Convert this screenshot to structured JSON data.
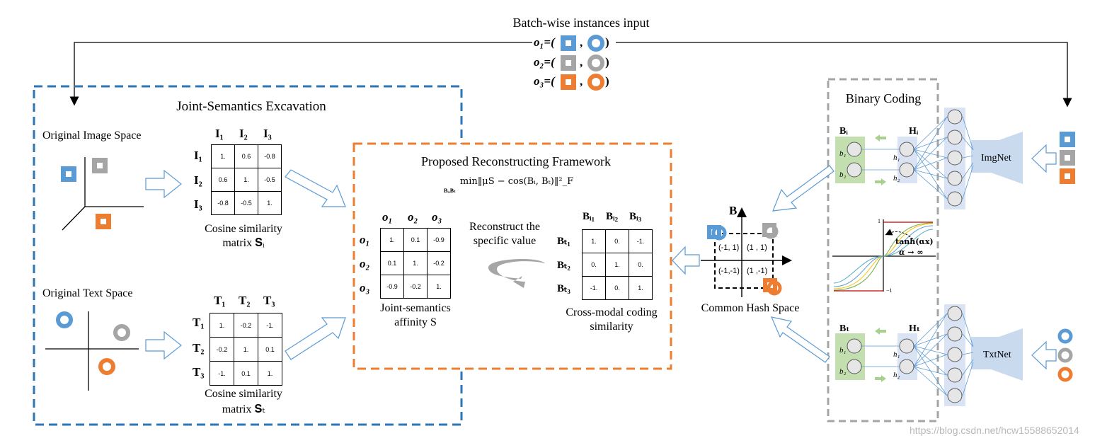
{
  "top": {
    "title": "Batch-wise instances input",
    "o1": "o₁=(",
    "o2": "o₂=(",
    "o3": "o₃=(",
    "close": ")",
    "comma": ","
  },
  "left_panel": {
    "title": "Joint-Semantics Excavation",
    "image_space": "Original Image Space",
    "text_space": "Original Text Space",
    "SI": {
      "col_headers": [
        "I₁",
        "I₂",
        "I₃"
      ],
      "row_headers": [
        "I₁",
        "I₂",
        "I₃"
      ],
      "cells": [
        [
          "1.",
          "0.6",
          "-0.8"
        ],
        [
          "0.6",
          "1.",
          "-0.5"
        ],
        [
          "-0.8",
          "-0.5",
          "1."
        ]
      ],
      "caption1": "Cosine similarity",
      "caption2": "matrix 𝐒ᵢ"
    },
    "ST": {
      "col_headers": [
        "T₁",
        "T₂",
        "T₃"
      ],
      "row_headers": [
        "T₁",
        "T₂",
        "T₃"
      ],
      "cells": [
        [
          "1.",
          "-0.2",
          "-1."
        ],
        [
          "-0.2",
          "1.",
          "0.1"
        ],
        [
          "-1.",
          "0.1",
          "1."
        ]
      ],
      "caption1": "Cosine similarity",
      "caption2": "matrix 𝐒ₜ"
    }
  },
  "center_panel": {
    "title": "Proposed Reconstructing Framework",
    "formula": "min‖μS − cos(Bᵢ, Bₜ)‖²_F",
    "formula_sub": "Bᵢ,Bₜ",
    "S": {
      "col_headers": [
        "o₁",
        "o₂",
        "o₃"
      ],
      "row_headers": [
        "o₁",
        "o₂",
        "o₃"
      ],
      "cells": [
        [
          "1.",
          "0.1",
          "-0.9"
        ],
        [
          "0.1",
          "1.",
          "-0.2"
        ],
        [
          "-0.9",
          "-0.2",
          "1."
        ]
      ],
      "caption1": "Joint-semantics",
      "caption2": "affinity S"
    },
    "reconstruct1": "Reconstruct the",
    "reconstruct2": "specific value",
    "B": {
      "col_headers": [
        "Bᵢ₁",
        "Bᵢ₂",
        "Bᵢ₃"
      ],
      "row_headers": [
        "Bₜ₁",
        "Bₜ₂",
        "Bₜ₃"
      ],
      "cells": [
        [
          "1.",
          "0.",
          "-1."
        ],
        [
          "0.",
          "1.",
          "0."
        ],
        [
          "-1.",
          "0.",
          "1."
        ]
      ],
      "caption1": "Cross-modal coding",
      "caption2": "similarity"
    }
  },
  "hash_space": {
    "axis_label": "B",
    "q1": "(-1, 1)",
    "q2": "(1 , 1)",
    "q3": "(-1,-1)",
    "q4": "(1 ,-1)",
    "caption": "Common Hash Space"
  },
  "right_panel": {
    "title": "Binary Coding",
    "BI": "Bᵢ",
    "HI": "Hᵢ",
    "BT": "Bₜ",
    "HT": "Hₜ",
    "b1": "b₁",
    "b2": "b₂",
    "h1": "h₁",
    "h2": "h₂",
    "imgnet": "ImgNet",
    "txtnet": "TxtNet",
    "tanh": "tanh(αx)",
    "alpha": "α → ∞",
    "one": "1",
    "neg_one": "−1"
  },
  "watermark": "https://blog.csdn.net/hcw15588652014",
  "colors": {
    "blue": "#5b9bd5",
    "gray": "#a5a5a5",
    "orange": "#ed7d31",
    "blue_dash": "#2e75b6",
    "orange_dash": "#ed7d31",
    "gray_dash": "#a5a5a5",
    "green": "#a9d18e",
    "lightblue": "#dae3f3"
  }
}
